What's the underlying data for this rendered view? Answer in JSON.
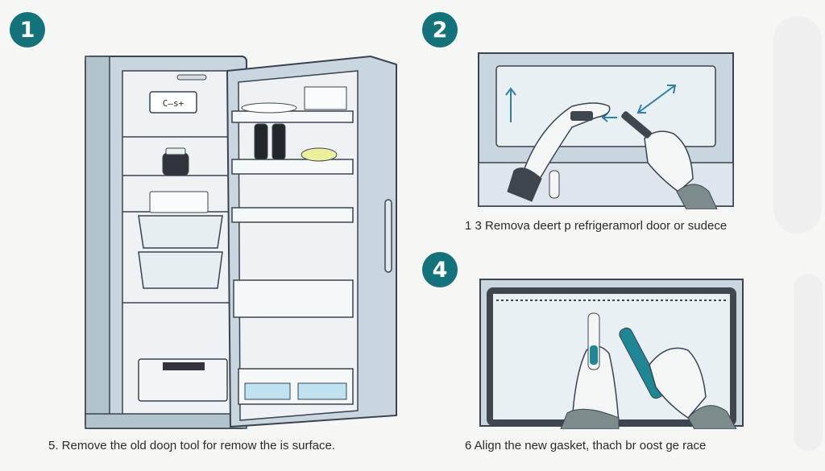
{
  "steps": [
    {
      "badge": "1",
      "caption": "5. Remove the old dooɲ tool for remow the is surface."
    },
    {
      "badge": "2",
      "caption": "1 3 Remova deert p refrigeramorl door or sudece"
    },
    {
      "badge": "4",
      "caption": "6 Align the new gasket, thach br oost ge race"
    }
  ],
  "fridge": {
    "control_label": "C–s+"
  },
  "colors": {
    "badge": "#13727a",
    "ink": "#3a4450",
    "fridge_body": "#c9d6df",
    "fridge_inner": "#eef2f4",
    "gasket": "#3f464d",
    "glove": "#f4f5f5",
    "sleeve": "#7c8b8b",
    "arrow": "#2f7fa8",
    "tool_teal": "#1f8793"
  },
  "icons": [
    "double-arrow-icon",
    "up-arrow-icon",
    "left-arrow-icon"
  ]
}
